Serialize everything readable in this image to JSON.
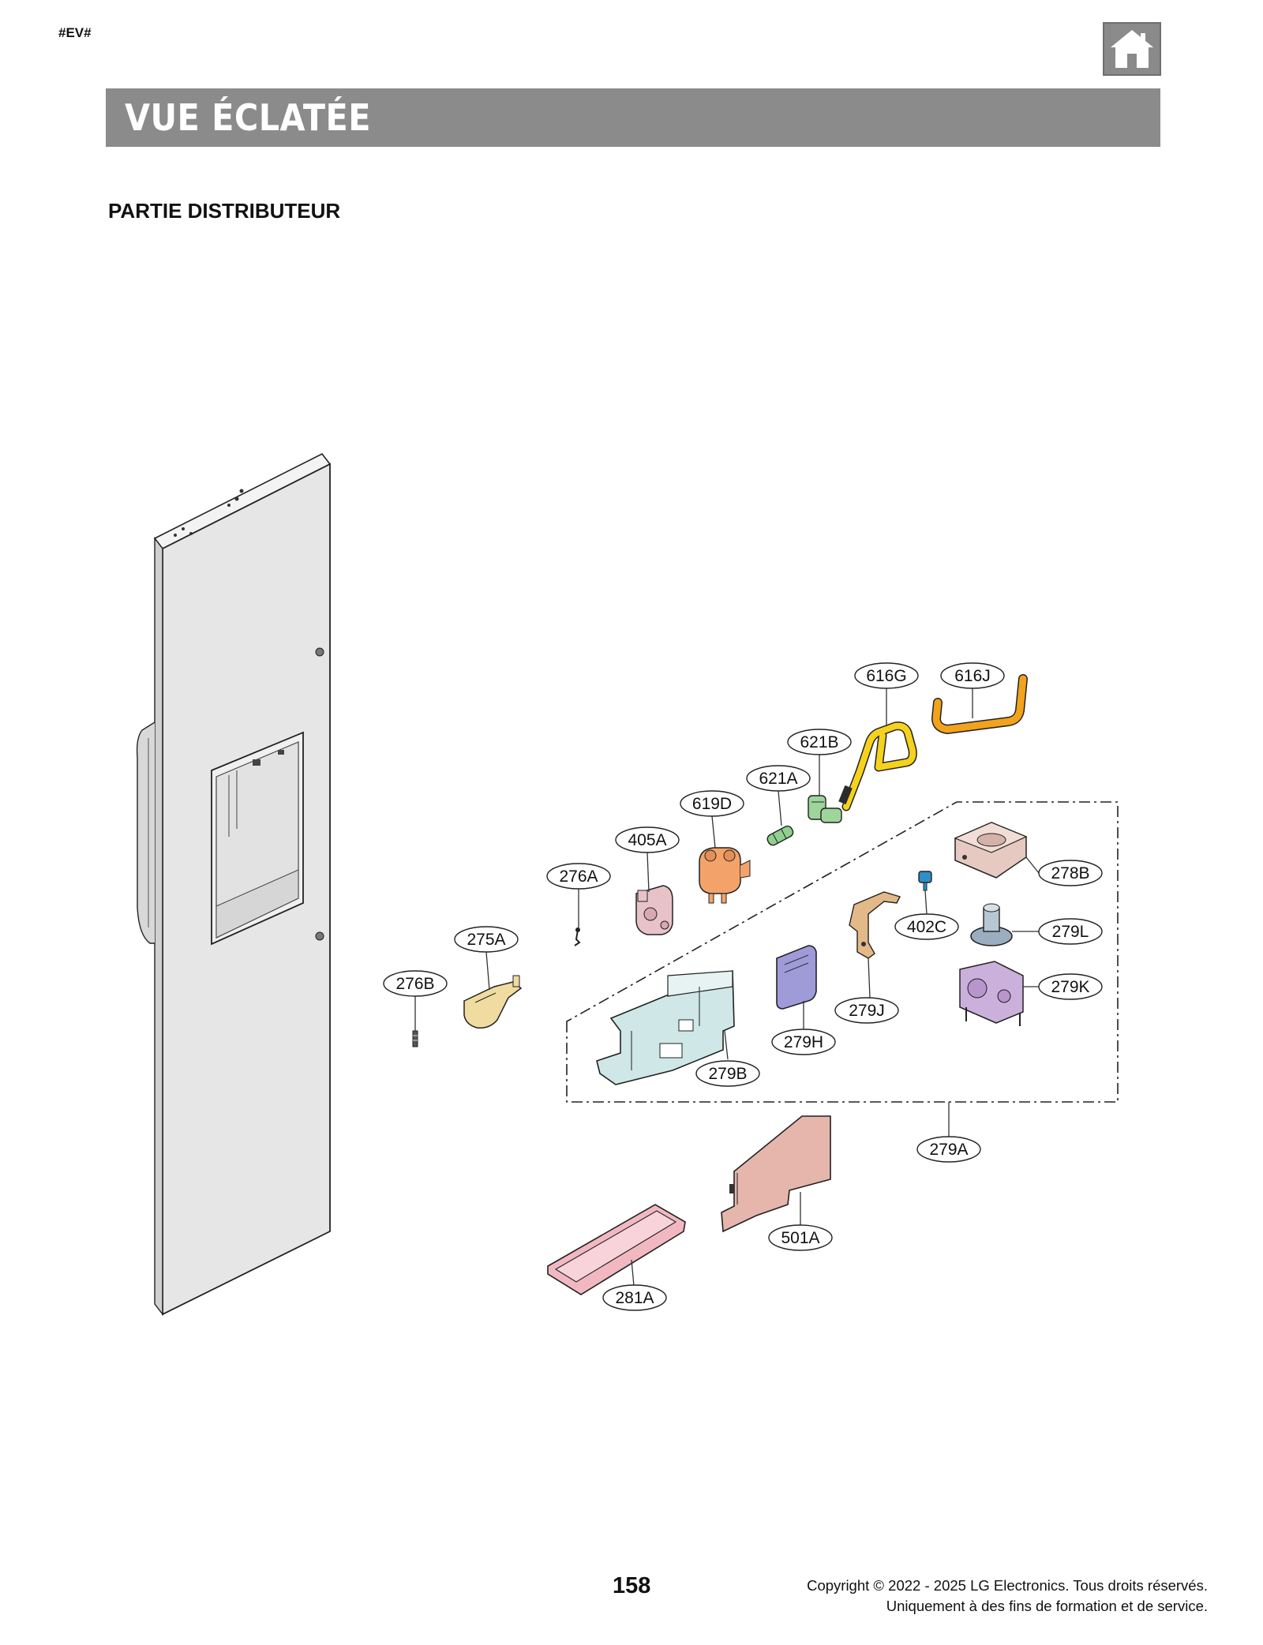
{
  "header": {
    "doc_tag": "#EV#",
    "title": "VUE ÉCLATÉE",
    "home_icon": "home-icon"
  },
  "section": {
    "title": "PARTIE DISTRIBUTEUR"
  },
  "parts": {
    "p616G": "616G",
    "p616J": "616J",
    "p621B": "621B",
    "p621A": "621A",
    "p619D": "619D",
    "p405A": "405A",
    "p276A": "276A",
    "p278B": "278B",
    "p402C": "402C",
    "p279L": "279L",
    "p275A": "275A",
    "p279K": "279K",
    "p276B": "276B",
    "p279J": "279J",
    "p279H": "279H",
    "p279B": "279B",
    "p279A": "279A",
    "p501A": "501A",
    "p281A": "281A"
  },
  "colors": {
    "tube_yellow": "#f5d21c",
    "tube_orange": "#f2a21c",
    "valve_orange": "#f3a36a",
    "fitting_green": "#9ed59a",
    "motor_pink": "#e7c3c8",
    "funnel_tan": "#e6c9c0",
    "sensor_blue": "#2c8fc7",
    "actuator_slate": "#9aaebf",
    "gear_purple": "#cbb0dc",
    "cover_purple": "#9f9ad8",
    "housing_teal": "#cfe7e6",
    "cover_salmon": "#e6b6ad",
    "tray_pink": "#f2b8c2",
    "door_gray": "#e6e6e6"
  },
  "footer": {
    "page": "158",
    "copyright": "Copyright © 2022 - 2025 LG Electronics. Tous droits réservés.",
    "notice": "Uniquement à des fins de formation et de service."
  }
}
